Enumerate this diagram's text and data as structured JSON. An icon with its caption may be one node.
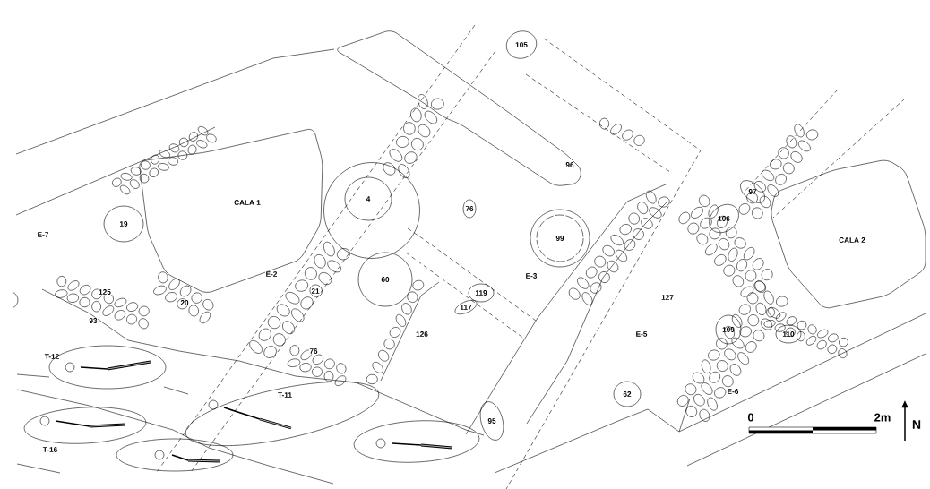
{
  "diagram": {
    "nodes": [
      {
        "text": [
          "105"
        ]
      },
      {
        "text": [
          "96"
        ]
      },
      {
        "text": [
          "97"
        ]
      },
      {
        "text": [
          "CALA 1"
        ]
      },
      {
        "text": [],
        "shape": "circle"
      },
      {
        "text": [
          "4"
        ],
        "in": 4
      },
      {
        "text": [
          "76"
        ]
      },
      {
        "text": [
          "106"
        ]
      },
      {
        "text": [
          "19"
        ]
      },
      {
        "text": [
          "CALA 2"
        ]
      },
      {
        "text": [
          "99"
        ]
      },
      {
        "text": [
          "60"
        ]
      },
      {
        "text": [
          "119"
        ]
      },
      {
        "text": [
          "117"
        ]
      },
      {
        "text": [
          "109"
        ]
      },
      {
        "text": [
          "110"
        ]
      },
      {
        "text": [
          "T-12"
        ]
      },
      {
        "text": [
          "T-11"
        ]
      },
      {
        "text": [
          "62"
        ]
      },
      {
        "text": [
          "95"
        ]
      },
      {
        "text": [
          "T-16"
        ]
      },
      {
        "text": [],
        "shape": "ellipse"
      },
      {
        "text": [],
        "shape": "ellipse"
      }
    ],
    "labels": [
      "E-7",
      "E-2",
      "E-3",
      "125",
      "21",
      "127",
      "20",
      "93",
      "126",
      "E-5",
      "76",
      "E-6",
      "0",
      "2m",
      "N"
    ]
  }
}
